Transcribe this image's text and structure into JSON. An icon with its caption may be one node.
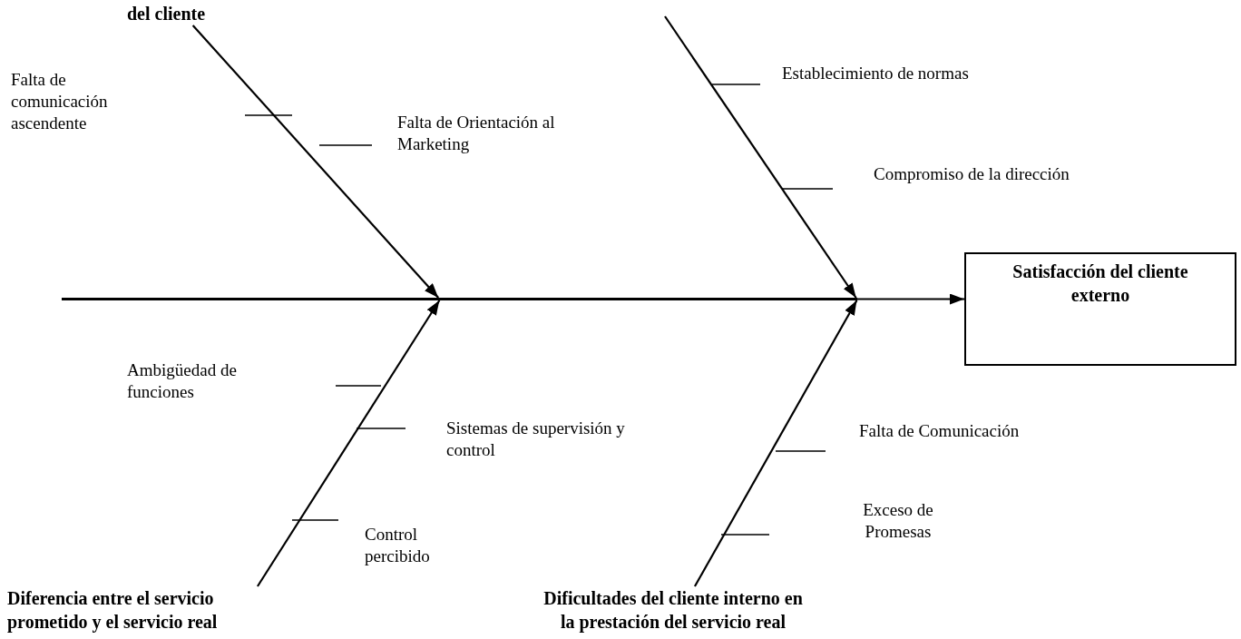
{
  "diagram": {
    "nodes": [
      {
        "text": [
          "del cliente"
        ]
      },
      {
        "text": [],
        "shape": "bar"
      },
      {
        "text": [
          "Satisfacción del cliente externo"
        ]
      },
      {
        "text": [
          "Diferencia entre el servicio prometido y el servicio real"
        ]
      },
      {
        "text": [
          "Dificultades del cliente interno en la prestación del servicio real"
        ]
      }
    ],
    "edges": [
      {
        "from": 0,
        "to": 1,
        "arrow": "to"
      },
      {
        "from": null,
        "to": 1,
        "arrow": "to"
      },
      {
        "from": 3,
        "to": 1,
        "arrow": "to"
      },
      {
        "from": 4,
        "to": 1,
        "arrow": "to"
      },
      {
        "from": 1,
        "to": 2,
        "arrow": "to"
      }
    ],
    "labels": [
      "Establecimiento de normas",
      "Falta de comunicación ascendente",
      "Falta de Orientación al Marketing",
      "Compromiso de la dirección",
      "Ambigüedad de funciones",
      "Sistemas de supervisión y control",
      "Falta de Comunicación",
      "Exceso de Promesas",
      "Control percibido"
    ]
  }
}
